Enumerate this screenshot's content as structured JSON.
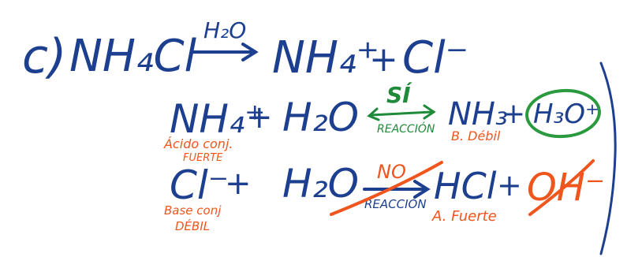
{
  "colors": {
    "ink": "#1d3f8f",
    "orange": "#f0551d",
    "green": "#1e8a3a",
    "circle": "#2a9a3e",
    "cross": "#f0551d"
  },
  "line1": {
    "label": "c)",
    "reactant": "NH₄Cl",
    "arrow_label": "H₂O",
    "product1": "NH₄⁺",
    "plus": "+",
    "product2": "Cl⁻"
  },
  "line2": {
    "reactant": "NH₄⁺",
    "plus1": "+",
    "water": "H₂O",
    "arrow_top": "SÍ",
    "arrow_bottom": "REACCIÓN",
    "product1": "NH₃",
    "plus2": "+",
    "product2": "H₃O⁺",
    "note_reactant_1": "Ácido conj.",
    "note_reactant_2": "FUERTE",
    "note_product": "B. Débil"
  },
  "line3": {
    "reactant": "Cl⁻",
    "plus1": "+",
    "water": "H₂O",
    "arrow_top": "NO",
    "arrow_bottom": "REACCIÓN",
    "product1": "HCl",
    "plus2": "+",
    "product2": "OH⁻",
    "note_reactant_1": "Base conj",
    "note_reactant_2": "DÉBIL",
    "note_product": "A. Fuerte"
  }
}
